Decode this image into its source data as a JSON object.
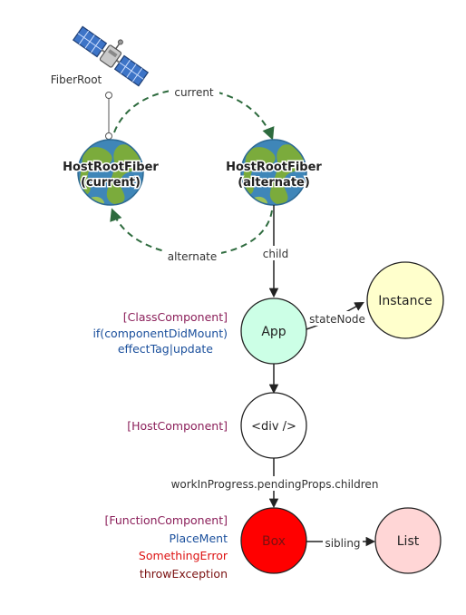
{
  "colors": {
    "dashed_arrow": "#2e6b3e",
    "solid_line": "#222222",
    "earth_ocean": "#3f86b8",
    "earth_land": "#7bab3c",
    "app_fill": "#ccffe6",
    "instance_fill": "#ffffcc",
    "box_fill": "#ff0000",
    "list_fill": "#ffd6d6",
    "tag_color": "#8b1f5a",
    "blue_text": "#1a4f9c",
    "error_text": "#dd1111",
    "dark_red_text": "#7a1010"
  },
  "satellite": {
    "label": "FiberRoot",
    "icon": "satellite-icon"
  },
  "fibers": {
    "current": {
      "line1": "HostRootFiber",
      "line2": "(current)",
      "icon": "earth-globe-icon"
    },
    "alternate": {
      "line1": "HostRootFiber",
      "line2": "(alternate)",
      "icon": "earth-globe-icon"
    }
  },
  "edges": {
    "current": "current",
    "alternate": "alternate",
    "child": "child",
    "stateNode": "stateNode",
    "workInProgress": "workInProgress.pendingProps.children",
    "sibling": "sibling"
  },
  "nodes": {
    "app": "App",
    "instance": "Instance",
    "div": "<div />",
    "box": "Box",
    "list": "List"
  },
  "annotations": {
    "app": [
      "[ClassComponent]",
      "if(componentDidMount)",
      "effectTag|update"
    ],
    "div": [
      "[HostComponent]"
    ],
    "box": [
      "[FunctionComponent]",
      "PlaceMent",
      "SomethingError",
      "throwException"
    ]
  }
}
